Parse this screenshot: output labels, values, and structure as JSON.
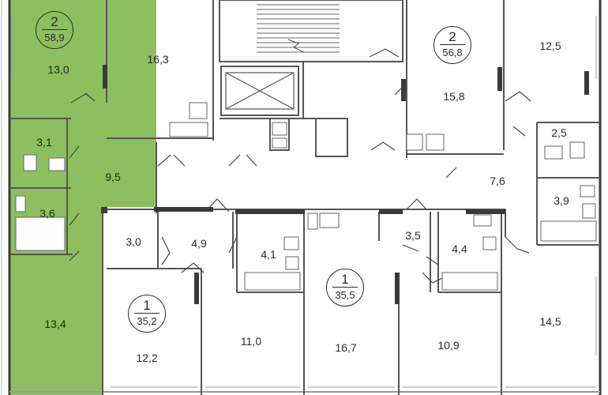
{
  "apartments": [
    {
      "id": "apt-a",
      "rooms": "2",
      "area": "58,9",
      "highlighted": true
    },
    {
      "id": "apt-b",
      "rooms": "2",
      "area": "56,8",
      "highlighted": false
    },
    {
      "id": "apt-c",
      "rooms": "1",
      "area": "35,2",
      "highlighted": false
    },
    {
      "id": "apt-d",
      "rooms": "1",
      "area": "35,5",
      "highlighted": false
    }
  ],
  "rooms": {
    "r1": "13,0",
    "r2": "16,3",
    "r3": "3,1",
    "r4": "9,5",
    "r5": "3,6",
    "r6": "13,4",
    "r7": "3,0",
    "r8": "4,9",
    "r9": "4,1",
    "r10": "12,2",
    "r11": "11,0",
    "r12": "16,7",
    "r13": "3,5",
    "r14": "4,4",
    "r15": "10,9",
    "r16": "14,5",
    "r17": "15,8",
    "r18": "12,5",
    "r19": "2,5",
    "r20": "7,6",
    "r21": "3,9"
  },
  "colors": {
    "highlight": "#8dbf5f",
    "wall": "#3a3a3a",
    "wall_inner": "#8a8a8a",
    "background": "#ffffff"
  }
}
